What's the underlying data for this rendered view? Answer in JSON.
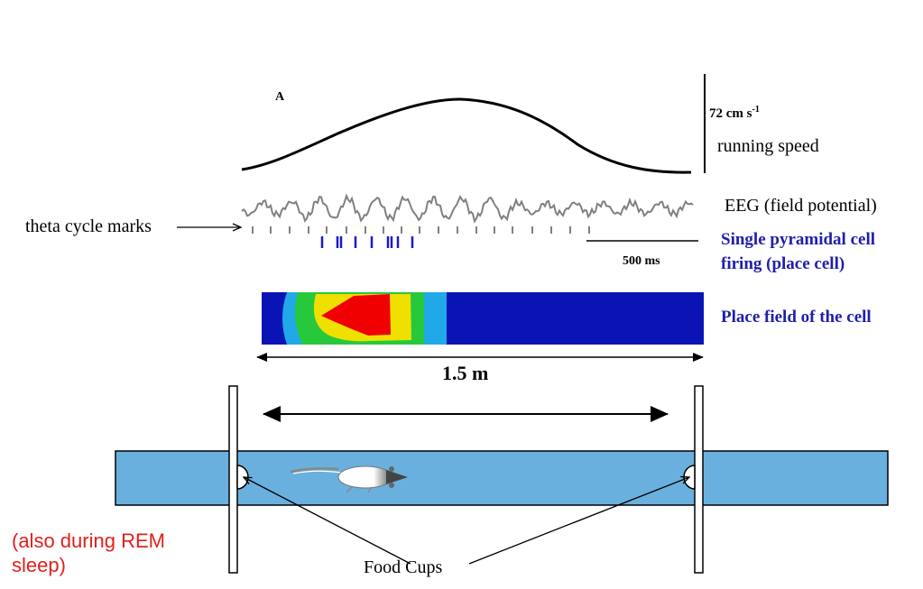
{
  "labels": {
    "panel": "A",
    "speed_scale": "72 cm s",
    "speed_scale_exp": "-1",
    "running_speed": "running speed",
    "eeg": "EEG (field potential)",
    "theta_marks": "theta cycle marks",
    "firing_line1": "Single pyramidal cell",
    "firing_line2": "firing (place cell)",
    "time_scale": "500 ms",
    "place_field": "Place field of the cell",
    "distance": "1.5 m",
    "food_cups": "Food Cups",
    "rem_line1": "(also during REM",
    "rem_line2": "sleep)"
  },
  "colors": {
    "eeg_trace": "#808080",
    "spike": "#1a1acc",
    "field_background": "#0a14b4",
    "field_light_blue": "#20a8e8",
    "field_green": "#28c83c",
    "field_yellow": "#f0e000",
    "field_red": "#f00000",
    "track": "#6ab0de",
    "label_blue": "#1f1fa8",
    "label_red": "#e0201c"
  }
}
